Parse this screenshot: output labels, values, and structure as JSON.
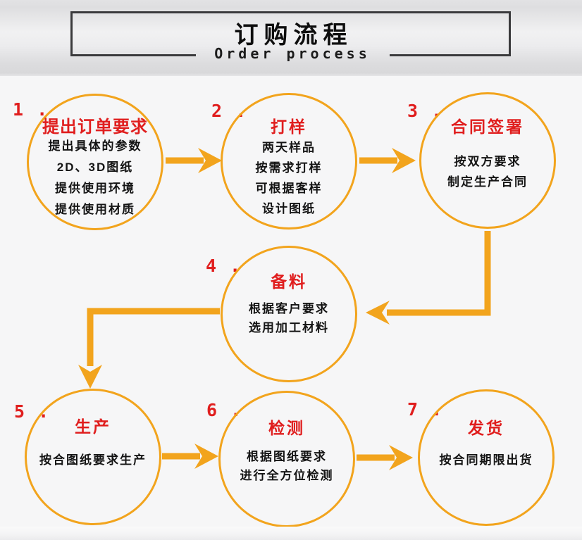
{
  "header": {
    "title": "订购流程",
    "subtitle": "Order process"
  },
  "steps": [
    {
      "number": "1 .",
      "title": "提出订单要求",
      "lines": [
        "提出具体的参数",
        "2D、3D图纸",
        "提供使用环境",
        "提供使用材质"
      ]
    },
    {
      "number": "2 .",
      "title": "打样",
      "lines": [
        "两天样品",
        "按需求打样",
        "可根据客样",
        "设计图纸"
      ]
    },
    {
      "number": "3 .",
      "title": "合同签署",
      "lines": [
        "按双方要求",
        "制定生产合同"
      ]
    },
    {
      "number": "4 .",
      "title": "备料",
      "lines": [
        "根据客户要求",
        "选用加工材料"
      ]
    },
    {
      "number": "5 .",
      "title": "生产",
      "lines": [
        "按合图纸要求生产"
      ]
    },
    {
      "number": "6 .",
      "title": "检测",
      "lines": [
        "根据图纸要求",
        "进行全方位检测"
      ]
    },
    {
      "number": "7 .",
      "title": "发货",
      "lines": [
        "按合同期限出货"
      ]
    }
  ],
  "colors": {
    "accent_orange": "#F2A41D",
    "step_red": "#E01E1E",
    "title_border": "#3A3A3C",
    "text_black": "#141414"
  }
}
